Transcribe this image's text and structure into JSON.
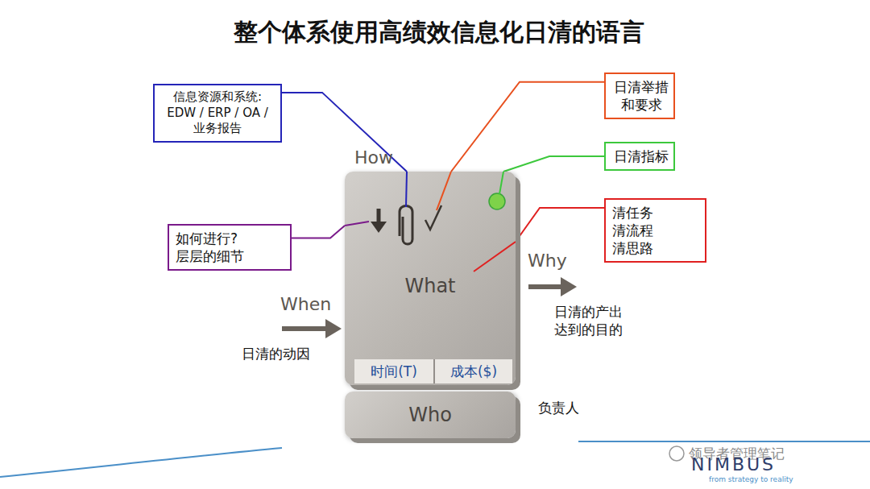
{
  "diagram": {
    "title": "整个体系使用高绩效信息化日清的语言",
    "nodes": [
      {
        "text": [
          "信息资源和系统: EDW / ERP / OA / 业务报告"
        ]
      },
      {
        "text": [
          "日清举措 和要求"
        ]
      },
      {
        "text": [
          "日清指标"
        ]
      },
      {
        "text": [
          "How",
          "What"
        ]
      },
      {
        "text": [
          "时间(T)"
        ],
        "in": 3
      },
      {
        "text": [
          "成本($)"
        ],
        "in": 3
      },
      {
        "text": [
          "如何进行? 层层的细节"
        ]
      },
      {
        "text": [
          "清任务 清流程 清思路"
        ]
      },
      {
        "text": [
          "Who"
        ]
      }
    ],
    "edges": [
      {
        "from": 0,
        "to": 3,
        "arrow": "none"
      },
      {
        "from": 1,
        "to": 3,
        "arrow": "none"
      },
      {
        "from": 2,
        "to": 3,
        "arrow": "none"
      },
      {
        "from": 6,
        "to": 3,
        "arrow": "none"
      },
      {
        "from": 7,
        "to": 3,
        "arrow": "none"
      }
    ],
    "labels": [
      "When",
      "日清的动因",
      "Why",
      "日清的产出 达到的目的",
      "负责人",
      "领导者管理笔记",
      "NIMBUS",
      "from strategy to reality"
    ]
  }
}
